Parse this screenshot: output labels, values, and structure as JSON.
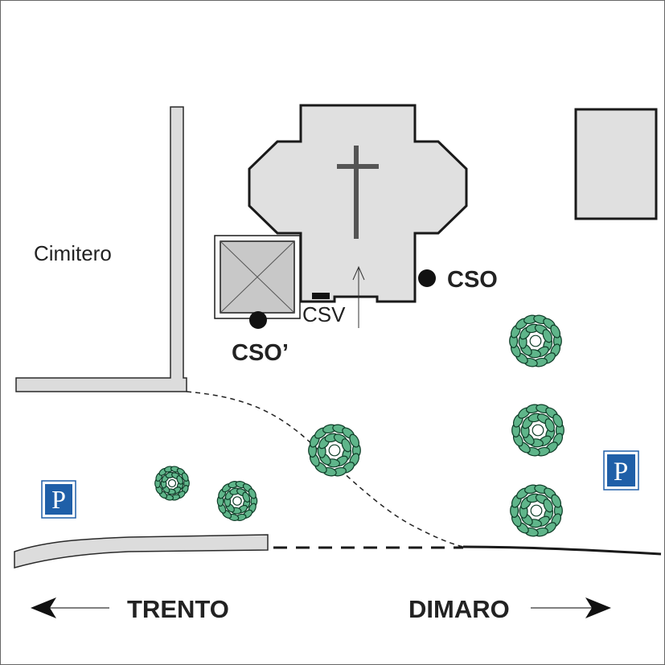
{
  "labels": {
    "cemetery": "Cimitero",
    "cso": "CSO",
    "cso_prime": "CSO’",
    "csv": "CSV",
    "trento": "TRENTO",
    "dimaro": "DIMARO"
  },
  "parking": {
    "left": "P",
    "right": "P"
  },
  "icons": {
    "church": "cross-icon",
    "bell_tower": "bell-tower",
    "parking": "parking-icon",
    "tree": "tree-icon",
    "arrow_left": "arrow-left-icon",
    "arrow_right": "arrow-right-icon"
  },
  "colors": {
    "building_fill": "#e0e0e0",
    "tower_fill": "#c8c8c8",
    "outline": "#1a1a1a",
    "wall_fill": "#dcdcdc",
    "tree_fill": "#5fb58a",
    "tree_stroke": "#0f3d28",
    "parking_bg": "#1f5fa8"
  }
}
